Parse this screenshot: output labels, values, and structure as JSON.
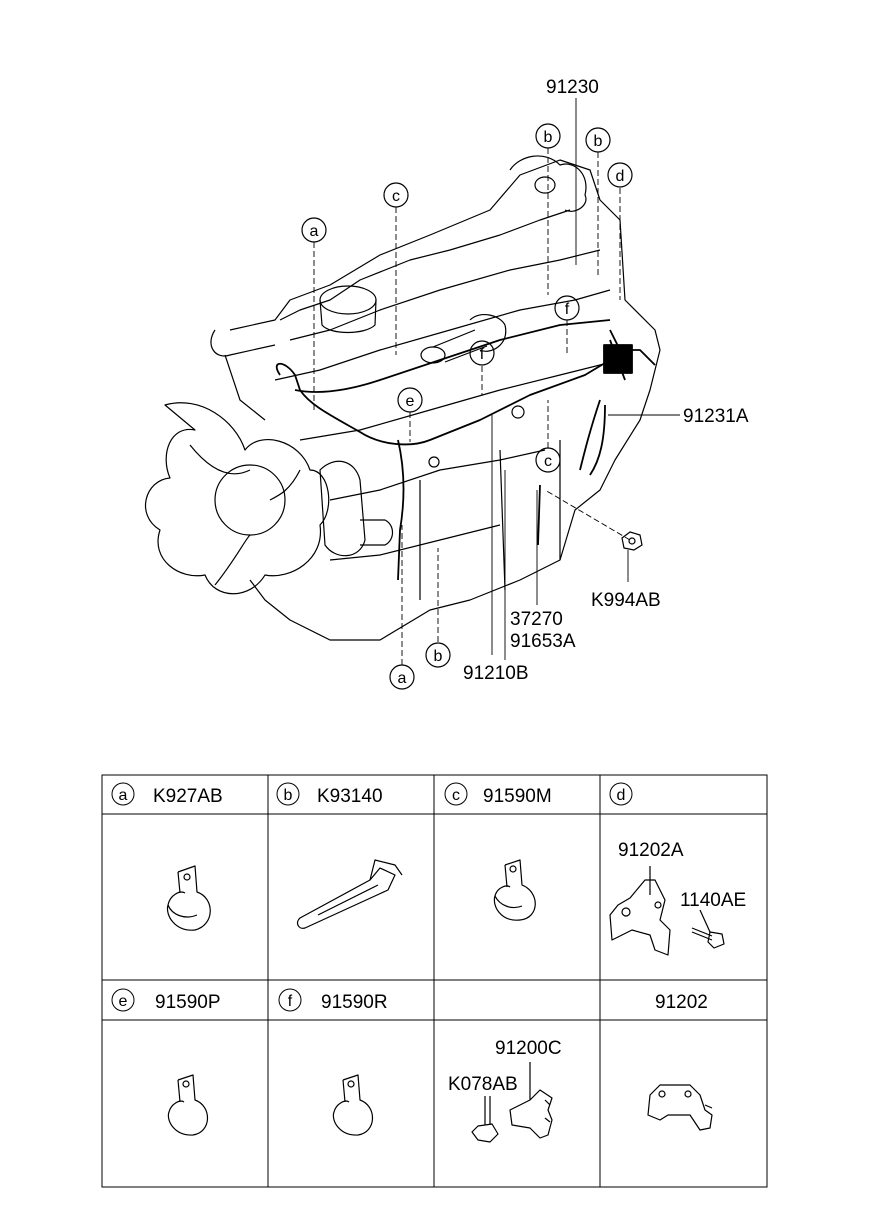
{
  "diagram": {
    "part_numbers": {
      "p91230": "91230",
      "p91231A": "91231A",
      "p37270": "37270",
      "p91653A": "91653A",
      "p91210B": "91210B",
      "pK994AB": "K994AB"
    },
    "callouts": {
      "a_top": "a",
      "a_bottom": "a",
      "b_top1": "b",
      "b_top2": "b",
      "b_bottom": "b",
      "c_top": "c",
      "c_mid": "c",
      "d_top": "d",
      "e_mid": "e",
      "f_mid1": "f",
      "f_mid2": "f"
    }
  },
  "table": {
    "cells": [
      {
        "letter": "a",
        "part": "K927AB"
      },
      {
        "letter": "b",
        "part": "K93140"
      },
      {
        "letter": "c",
        "part": "91590M"
      },
      {
        "letter": "d",
        "part": ""
      },
      {
        "letter": "e",
        "part": "91590P"
      },
      {
        "letter": "f",
        "part": "91590R"
      },
      {
        "letter": "",
        "part": ""
      },
      {
        "letter": "",
        "part": "91202"
      }
    ],
    "sub_labels": {
      "d1": "91202A",
      "d2": "1140AE",
      "g1": "91200C",
      "g2": "K078AB"
    }
  }
}
